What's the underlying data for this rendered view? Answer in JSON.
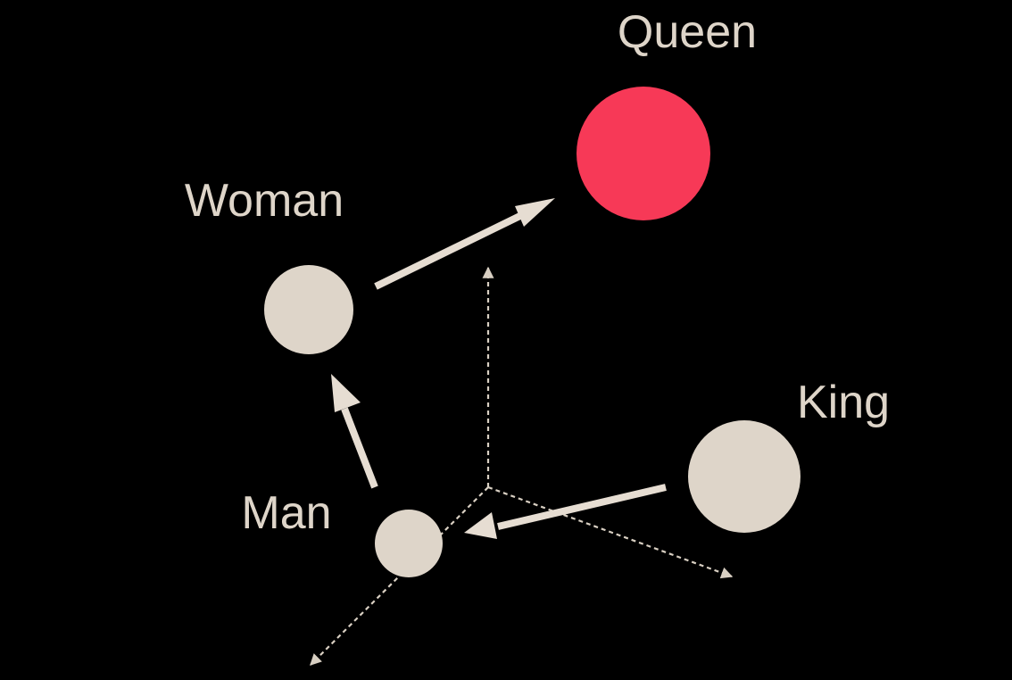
{
  "colors": {
    "background": "#000000",
    "node": "#DED5C9",
    "highlight": "#F73957",
    "arrow": "#E6DDD2",
    "axis": "#D8CFC2"
  },
  "nodes": {
    "queen": {
      "label": "Queen",
      "highlighted": true
    },
    "woman": {
      "label": "Woman",
      "highlighted": false
    },
    "king": {
      "label": "King",
      "highlighted": false
    },
    "man": {
      "label": "Man",
      "highlighted": false
    }
  },
  "vectors": [
    {
      "from": "woman",
      "to": "queen"
    },
    {
      "from": "man",
      "to": "woman"
    },
    {
      "from": "king",
      "to": "man"
    }
  ],
  "axes": {
    "count": 3,
    "style": "dashed"
  }
}
